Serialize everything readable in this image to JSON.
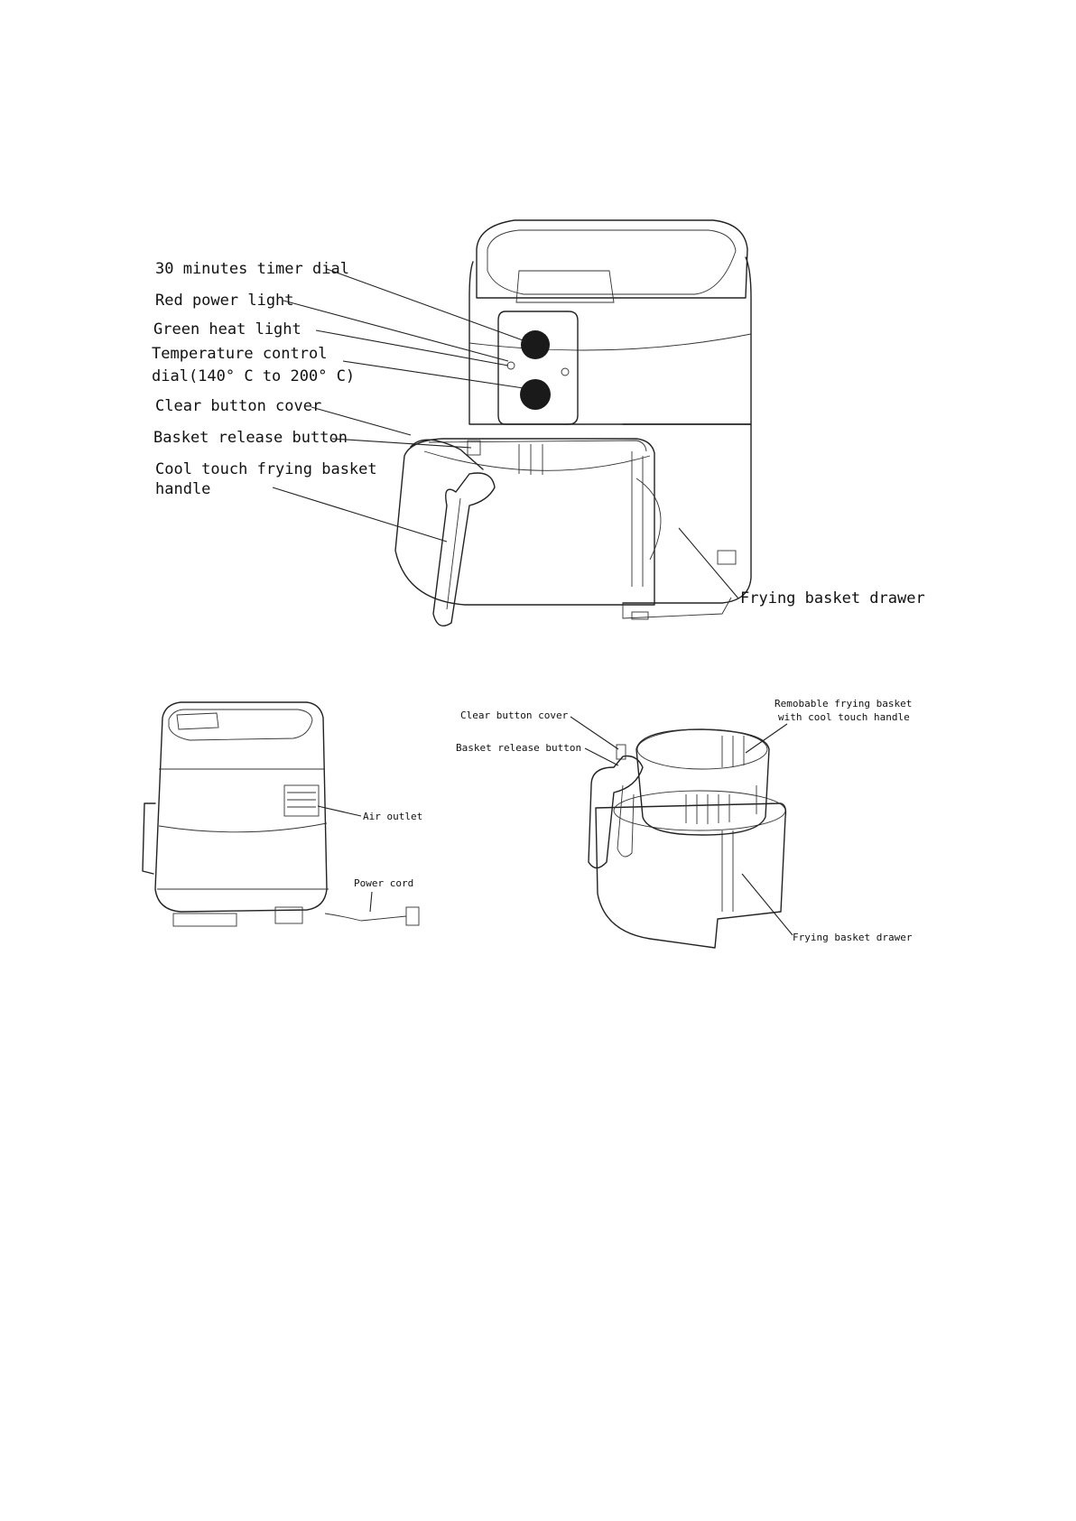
{
  "diagram_main": {
    "labels": {
      "timer_dial": "30 minutes timer dial",
      "red_power_light": "Red power light",
      "green_heat_light": "Green heat light",
      "temp_dial_line1": "Temperature control",
      "temp_dial_line2": "dial(140° C to 200° C)",
      "clear_button_cover": "Clear button cover",
      "basket_release_button": "Basket release button",
      "handle_line1": "Cool touch frying basket",
      "handle_line2": "handle",
      "frying_basket_drawer": "Frying basket drawer"
    }
  },
  "diagram_rear": {
    "labels": {
      "air_outlet": "Air outlet",
      "power_cord": "Power cord"
    }
  },
  "diagram_basket": {
    "labels": {
      "removable_line1": "Remobable frying basket",
      "removable_line2": "with cool touch handle",
      "clear_button_cover": "Clear button cover",
      "basket_release_button": "Basket release button",
      "frying_basket_drawer": "Frying basket drawer"
    }
  }
}
